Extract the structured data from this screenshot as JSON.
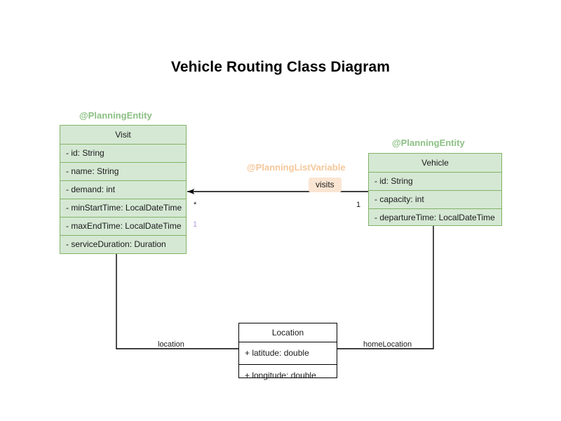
{
  "diagram": {
    "title": "Vehicle Routing Class Diagram",
    "type": "uml-class-diagram",
    "background": "#ffffff",
    "colors": {
      "entity_fill": "#d5e8d4",
      "entity_border": "#82b366",
      "plain_fill": "#ffffff",
      "plain_border": "#000000",
      "stereotype_entity": "#8cc084",
      "stereotype_listvariable": "#f5c79a",
      "badge_fill": "#fae5d3",
      "multiplicity_purple": "#b39ddb",
      "connector": "#000000",
      "title": "#000000"
    }
  },
  "classes": [
    {
      "id": "visit",
      "name": "Visit",
      "stereotype": "@PlanningEntity",
      "style": "entity",
      "attributes": [
        "- id: String",
        "- name: String",
        "- demand: int",
        "- minStartTime: LocalDateTime",
        "- maxEndTime: LocalDateTime",
        "- serviceDuration: Duration"
      ]
    },
    {
      "id": "vehicle",
      "name": "Vehicle",
      "stereotype": "@PlanningEntity",
      "style": "entity",
      "attributes": [
        "- id: String",
        "- capacity: int",
        "- departureTime: LocalDateTime"
      ]
    },
    {
      "id": "location",
      "name": "Location",
      "stereotype": null,
      "style": "plain",
      "attributes": [
        "+ latitude: double",
        "+ longitude: double"
      ]
    }
  ],
  "relationships": [
    {
      "id": "vehicle-visits",
      "source": "vehicle",
      "target": "visit",
      "label": "visits",
      "label_style": "badge",
      "stereotype": "@PlanningListVariable",
      "source_multiplicity": "1",
      "target_multiplicity": "*",
      "extra_multiplicity": "1",
      "arrow": "open"
    },
    {
      "id": "visit-location",
      "source": "visit",
      "target": "location",
      "label": "location",
      "label_style": "plain",
      "arrow": "open"
    },
    {
      "id": "vehicle-homelocation",
      "source": "vehicle",
      "target": "location",
      "label": "homeLocation",
      "label_style": "plain",
      "arrow": "open"
    }
  ]
}
